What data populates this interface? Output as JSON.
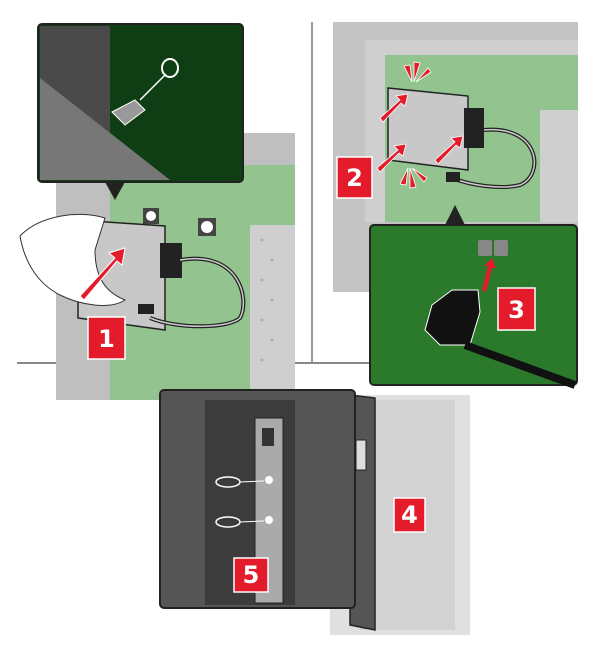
{
  "steps": [
    {
      "number": "1"
    },
    {
      "number": "2"
    },
    {
      "number": "3"
    },
    {
      "number": "4"
    },
    {
      "number": "5"
    }
  ],
  "colors": {
    "badge": "#e31b2b",
    "board": "#8fbf8c",
    "inset_green": "#1f6b24",
    "machine": "#bdbdbd",
    "divider": "#777777"
  }
}
